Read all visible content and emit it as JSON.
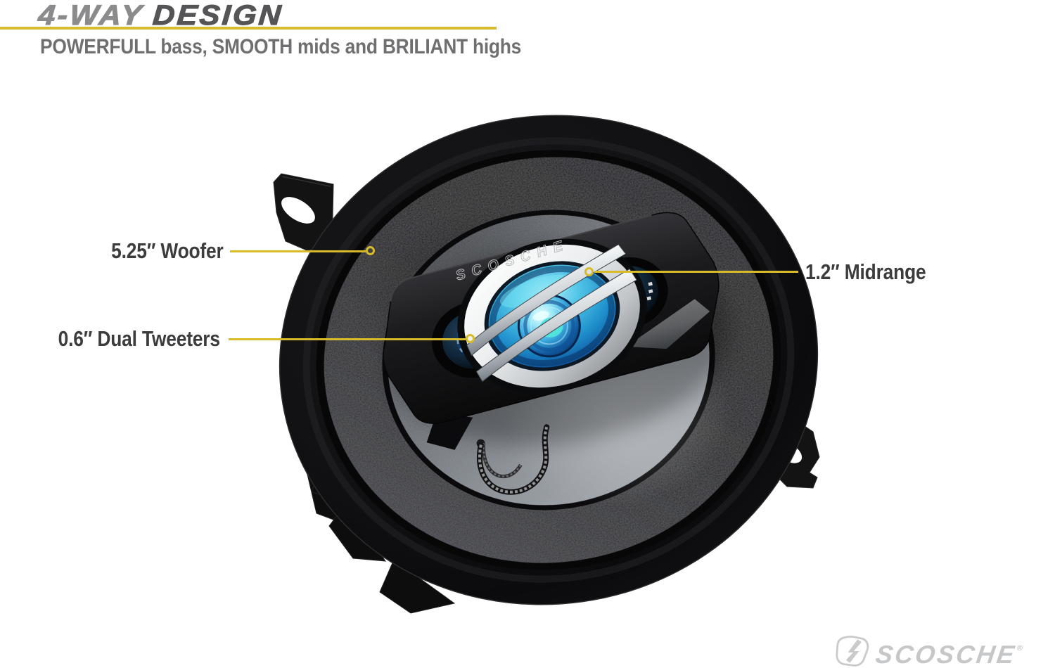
{
  "colors": {
    "accent-yellow": "#d8bb2b",
    "title-light": "#8b8b8d",
    "title-dark": "#555557",
    "subtitle-gray": "#6f6f71",
    "label-gray": "#3c3c3e",
    "logo-gray": "#c6c7c9",
    "speaker-blue": "#3cc2e6"
  },
  "header": {
    "title_accent": "4-WAY",
    "title_main": "DESIGN",
    "subtitle": "POWERFULL bass, SMOOTH mids and BRILIANT highs"
  },
  "callouts": {
    "woofer": {
      "label": "5.25″ Woofer"
    },
    "tweeters": {
      "label": "0.6″ Dual Tweeters"
    },
    "midrange": {
      "label": "1.2″ Midrange"
    }
  },
  "speaker": {
    "embossed_brand": "SCOSCHE"
  },
  "footer": {
    "brand": "SCOSCHE",
    "registered": "®"
  }
}
